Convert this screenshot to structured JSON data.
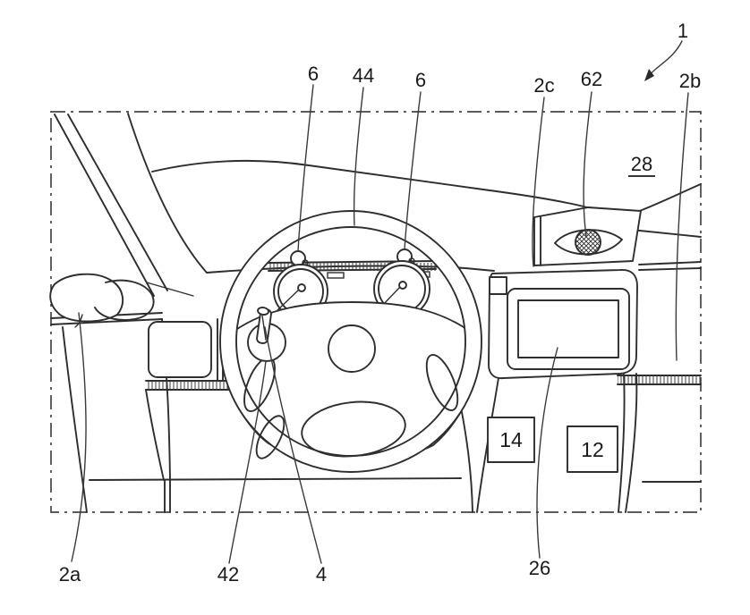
{
  "figure": {
    "type": "patent-style line drawing of a car cockpit / dashboard seen from driver seat",
    "colors": {
      "background": "#ffffff",
      "line": "#2e2e2e",
      "label": "#1a1a1a"
    },
    "labels": {
      "r1": "1",
      "r6l": "6",
      "r44": "44",
      "r6r": "6",
      "r2c": "2c",
      "r62": "62",
      "r2b": "2b",
      "r28": "28",
      "r2a": "2a",
      "r42": "42",
      "r4": "4",
      "r26": "26",
      "r14": "14",
      "r12": "12"
    }
  }
}
